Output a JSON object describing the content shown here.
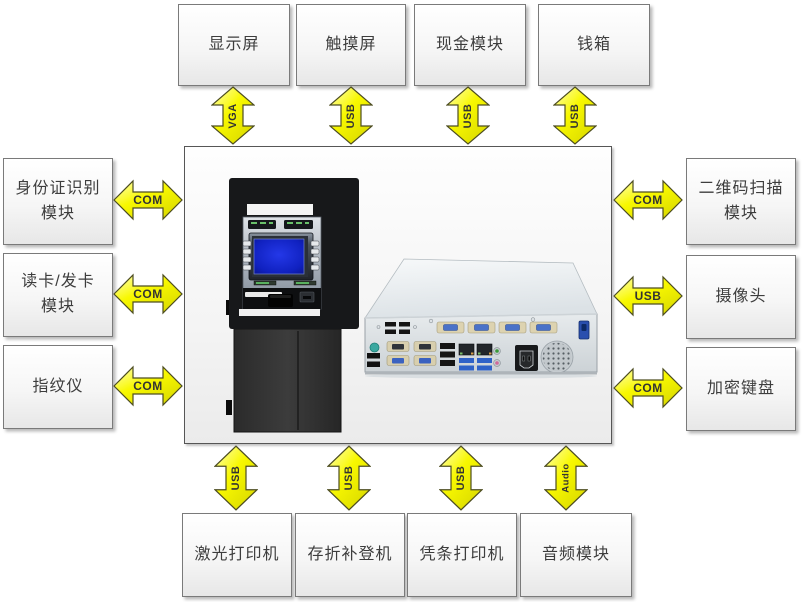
{
  "diagram": {
    "type": "system-connection-diagram",
    "center": {
      "images": [
        "atm-machine-photo",
        "industrial-pc-rear-photo"
      ]
    },
    "top": {
      "items": [
        {
          "label": "显示屏",
          "connection": "VGA"
        },
        {
          "label": "触摸屏",
          "connection": "USB"
        },
        {
          "label": "现金模块",
          "connection": "USB"
        },
        {
          "label": "钱箱",
          "connection": "USB"
        }
      ]
    },
    "left": {
      "items": [
        {
          "label": "身份证识别\n模块",
          "connection": "COM"
        },
        {
          "label": "读卡/发卡\n模块",
          "connection": "COM"
        },
        {
          "label": "指纹仪",
          "connection": "COM"
        }
      ]
    },
    "right": {
      "items": [
        {
          "label": "二维码扫描\n模块",
          "connection": "COM"
        },
        {
          "label": "摄像头",
          "connection": "USB"
        },
        {
          "label": "加密键盘",
          "connection": "COM"
        }
      ]
    },
    "bottom": {
      "items": [
        {
          "label": "激光打印机",
          "connection": "USB"
        },
        {
          "label": "存折补登机",
          "connection": "USB"
        },
        {
          "label": "凭条打印机",
          "connection": "USB"
        },
        {
          "label": "音频模块",
          "connection": "Audio"
        }
      ]
    },
    "colors": {
      "arrow_fill": "#F8F800",
      "arrow_fill_light": "#FFFFC2",
      "arrow_outline": "#4D4D20",
      "box_border": "#7A7A7A",
      "box_fill_top": "#FFFFFF",
      "box_fill_bottom": "#E7E7E7",
      "center_box_border": "#565656",
      "atm_screen_blue": "#1021C0",
      "label_text": "#3D3D3D"
    }
  }
}
